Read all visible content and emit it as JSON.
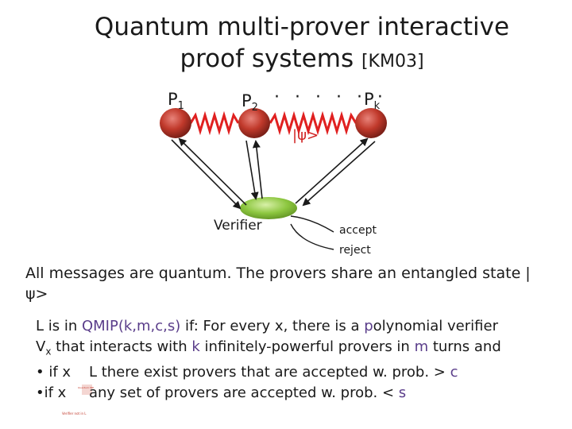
{
  "title": {
    "line1": "Quantum multi-prover interactive",
    "line2": "proof systems",
    "cite": "[KM03]"
  },
  "diagram": {
    "prover_letter": "P",
    "provers": [
      "1",
      "2",
      "k"
    ],
    "dots": "· · · · · ·",
    "state": "|ψ>",
    "verifier": "Verifier",
    "accept": "accept",
    "reject": "reject"
  },
  "colors": {
    "prover": "#c0392b",
    "verifier": "#8cc63f",
    "entangle": "#e02020",
    "arrow": "#1a1a1a"
  },
  "text": {
    "para1": "All messages are quantum. The provers share an entangled state |ψ>",
    "def_intro_a": "L is in ",
    "def_class": "QMIP(k,m,c,s)",
    "def_intro_b": " if: For every x, there is a ",
    "def_poly": "p",
    "def_intro_c": "olynomial verifier",
    "vx_v": "V",
    "vx_x": "x",
    "vx_a": " that interacts with ",
    "vx_k": "k",
    "vx_b": " infinitely-powerful provers in ",
    "vx_m": "m",
    "vx_c": " turns and",
    "b1_a": "• if x    L there exist provers that are accepted w. prob. > ",
    "b1_c": "c",
    "b2_a": "•if x     any set of provers are accepted w. prob. < ",
    "b2_s": "s"
  },
  "artifacts": {
    "tiny_a": "Quantum MIP",
    "tiny_b": "Verifier not in L"
  }
}
